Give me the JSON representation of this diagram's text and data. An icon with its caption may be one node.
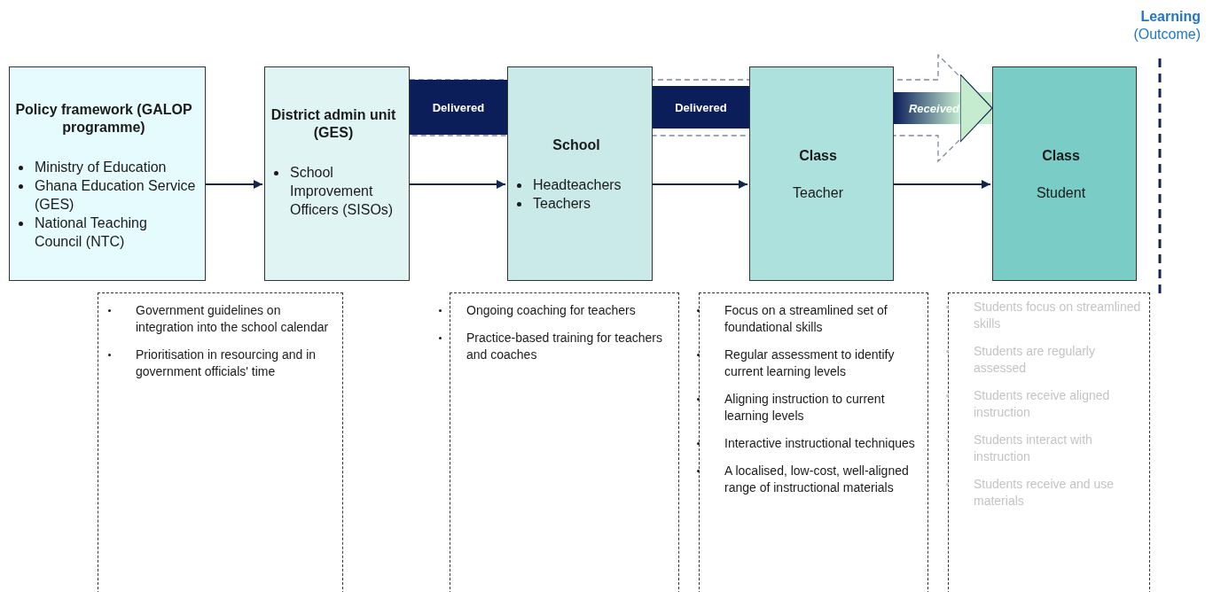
{
  "diagram": {
    "nodes": [
      {
        "text": [
          "Policy framework (GALOP programme)",
          "Ministry of Education",
          "Ghana Education Service (GES)",
          "National Teaching Council (NTC)"
        ]
      },
      {
        "text": [
          "District admin unit (GES)",
          "School Improvement Officers (SISOs)"
        ]
      },
      {
        "text": [
          "School",
          "Headteachers",
          "Teachers"
        ]
      },
      {
        "text": [
          "Class",
          "Teacher"
        ]
      },
      {
        "text": [
          "Class",
          "Student"
        ]
      },
      {
        "text": [
          "Government guidelines on integration into the school calendar",
          "Prioritisation in resourcing and in government officials' time"
        ]
      },
      {
        "text": [
          "Ongoing coaching for teachers",
          "Practice-based training for teachers and coaches"
        ]
      },
      {
        "text": [
          "Focus on a streamlined set of foundational skills",
          "Regular assessment to identify current learning levels",
          "Aligning instruction to current learning levels",
          "Interactive instructional techniques",
          "A localised, low-cost, well-aligned range of instructional materials"
        ]
      },
      {
        "text": [
          "Students focus on streamlined skills",
          "Students are regularly assessed",
          "Students receive aligned instruction",
          "Students interact with instruction",
          "Students receive and use materials"
        ]
      }
    ],
    "edges": [
      {
        "from": 0,
        "to": 1,
        "arrow": "to"
      },
      {
        "from": 1,
        "to": 2,
        "arrow": "to"
      },
      {
        "from": 2,
        "to": 3,
        "arrow": "to"
      },
      {
        "from": 3,
        "to": 4,
        "arrow": "to"
      },
      {
        "from": 1,
        "to": 2,
        "arrow": "none",
        "label": "Delivered",
        "style": "thick"
      },
      {
        "from": 2,
        "to": 3,
        "arrow": "none",
        "label": "Delivered",
        "style": "thick"
      },
      {
        "from": 3,
        "to": 4,
        "arrow": "to",
        "label": "Received",
        "style": "thick",
        "color": "#c6ecd0"
      }
    ],
    "labels": [
      "Learning",
      "(Outcome)"
    ]
  }
}
